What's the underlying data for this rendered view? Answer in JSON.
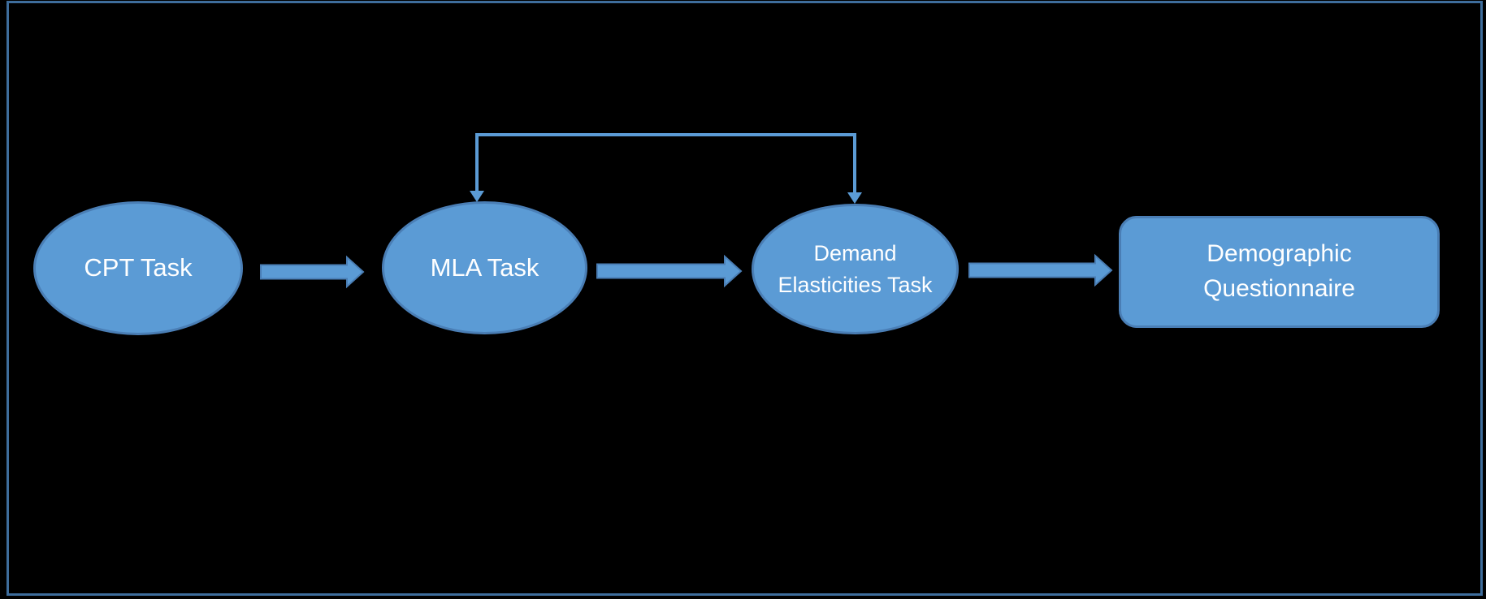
{
  "diagram": {
    "type": "flowchart",
    "nodes": [
      {
        "id": "cpt",
        "label": "CPT Task",
        "shape": "ellipse"
      },
      {
        "id": "mla",
        "label": "MLA Task",
        "shape": "ellipse"
      },
      {
        "id": "demand",
        "label": "Demand Elasticities Task",
        "shape": "ellipse"
      },
      {
        "id": "demographic",
        "label": "Demographic Questionnaire",
        "shape": "rounded-rectangle"
      }
    ],
    "edges": [
      {
        "from": "cpt",
        "to": "mla",
        "style": "block-arrow"
      },
      {
        "from": "mla",
        "to": "demand",
        "style": "block-arrow"
      },
      {
        "from": "demand",
        "to": "demographic",
        "style": "block-arrow"
      },
      {
        "between": [
          "mla",
          "demand"
        ],
        "style": "elbow-connector",
        "arrowheads": "both-ends-down"
      }
    ],
    "colors": {
      "background": "#000000",
      "frame_border": "#3E6D9C",
      "shape_fill": "#5B9BD5",
      "shape_stroke": "#4A7EB5",
      "connector": "#5B9BD5",
      "text": "#FFFFFF"
    }
  }
}
